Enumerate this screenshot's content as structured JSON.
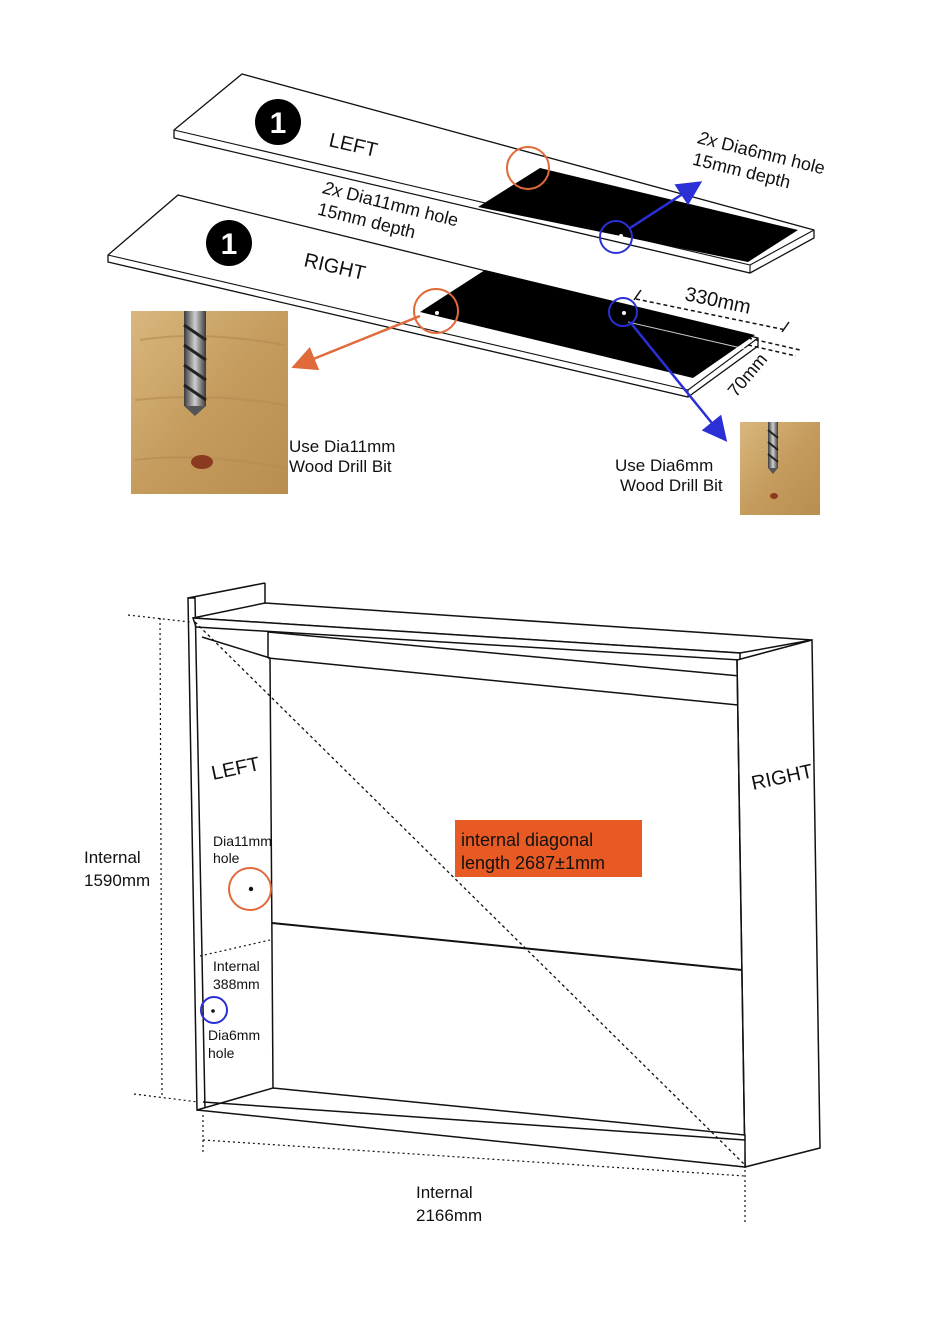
{
  "step_badge": "1",
  "top_panels": {
    "left_label": "LEFT",
    "right_label": "RIGHT",
    "hole6": {
      "count": "2x",
      "line1": "Dia6mm hole",
      "line2": "15mm depth"
    },
    "hole11": {
      "count": "2x",
      "line1": "Dia11mm hole",
      "line2": "15mm depth"
    },
    "dim_length": "330mm",
    "dim_width": "70mm",
    "drill11": {
      "line1": "Use Dia11mm",
      "line2": "Wood Drill Bit"
    },
    "drill6": {
      "line1": "Use Dia6mm",
      "line2": "Wood Drill Bit"
    }
  },
  "frame": {
    "left_label": "LEFT",
    "right_label": "RIGHT",
    "hole11": {
      "line1": "Dia11mm",
      "line2": "hole"
    },
    "hole6": {
      "line1": "Dia6mm",
      "line2": "hole"
    },
    "internal_small": {
      "line1": "Internal",
      "line2": "388mm"
    },
    "internal_height": {
      "line1": "Internal",
      "line2": "1590mm"
    },
    "internal_width": {
      "line1": "Internal",
      "line2": "2166mm"
    },
    "diagonal": {
      "line1": "internal diagonal",
      "line2": "length 2687±1mm"
    }
  },
  "colors": {
    "orange": "#e06a3a",
    "blue": "#2a2fd6",
    "label_bg": "#e85a24",
    "panel_black": "#000000",
    "wood": "#c9a66b"
  }
}
